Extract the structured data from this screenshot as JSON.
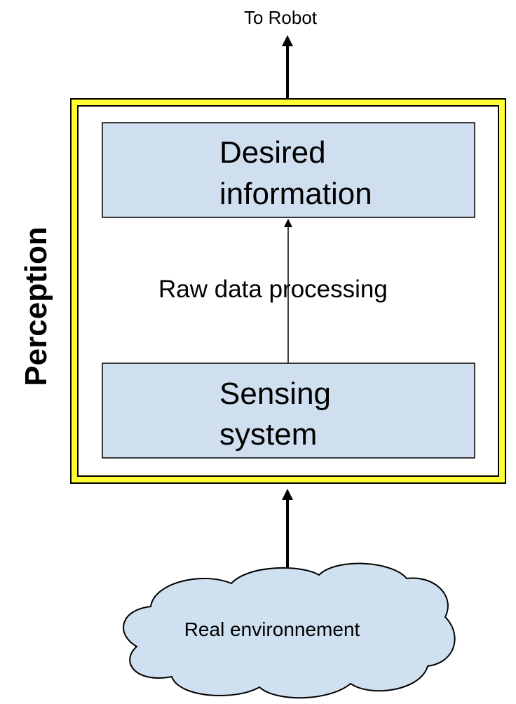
{
  "title_top": "To Robot",
  "frame_label": "Perception",
  "boxes": {
    "desired_information": [
      "Desired",
      "information"
    ],
    "sensing_system": [
      "Sensing",
      "system"
    ]
  },
  "process_label": "Raw data processing",
  "environment_label": "Real environnement",
  "colors": {
    "frame_outer": "#ffff33",
    "frame_border": "#000000",
    "box_fill": "#cfdff0",
    "box_border": "#000000",
    "cloud_fill": "#cfe0f0",
    "cloud_border": "#000000"
  }
}
